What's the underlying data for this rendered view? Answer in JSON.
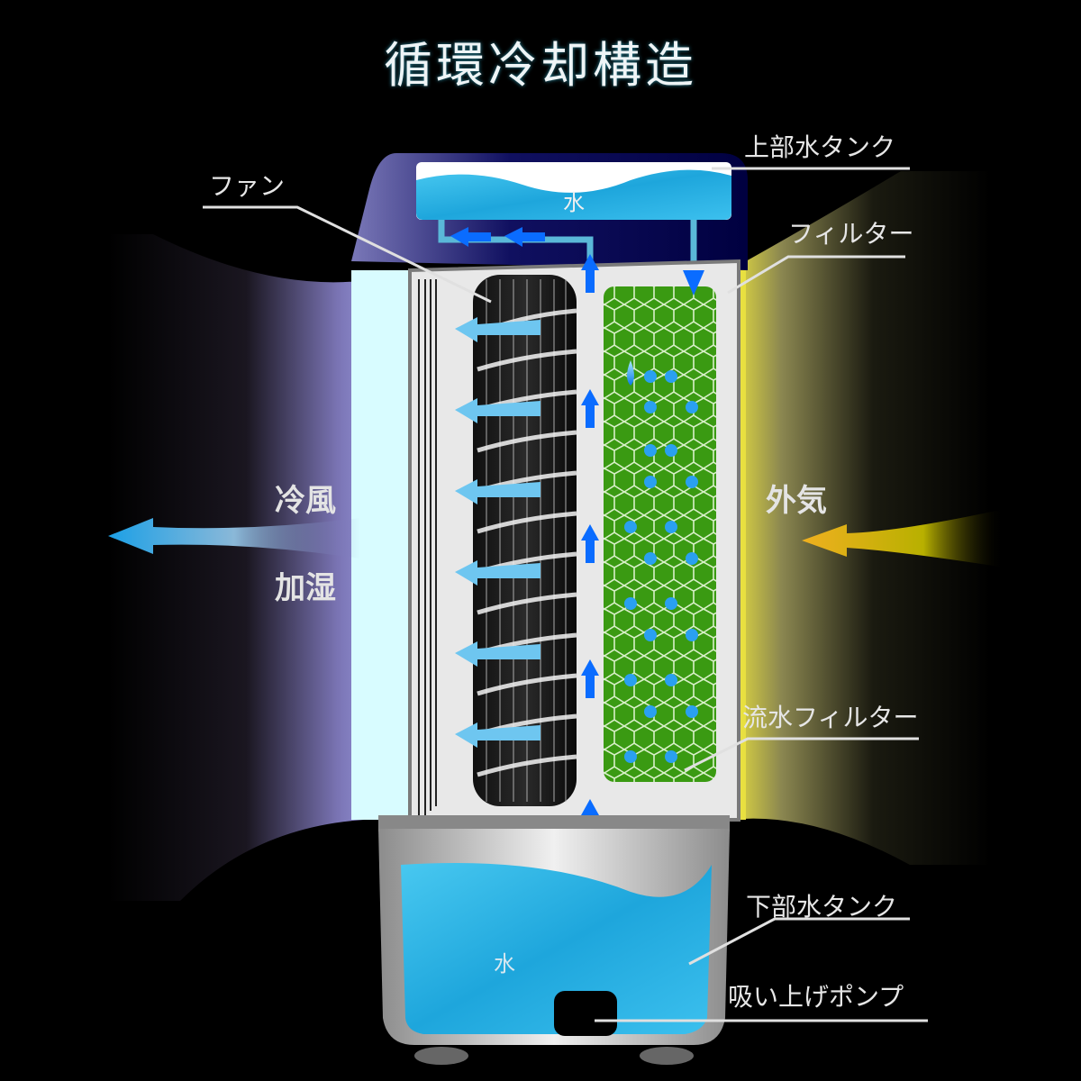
{
  "title": "循環冷却構造",
  "callouts": {
    "upper_tank": "上部水タンク",
    "filter": "フィルター",
    "fan": "ファン",
    "flow_filter": "流水フィルター",
    "lower_tank": "下部水タンク",
    "pump": "吸い上げポンプ"
  },
  "airflow": {
    "outlet_line1": "冷風",
    "outlet_line2": "加湿",
    "inlet": "外気"
  },
  "water_labels": {
    "upper": "水",
    "lower": "水"
  },
  "colors": {
    "background": "#000000",
    "cool_air": "#9fa6ff",
    "outside_air": "#e6dc3c",
    "water": "#2fb4e6",
    "filter_green": "#3a9a12",
    "arrow_blue": "#0a6cff",
    "housing_gray": "#c8c8c8"
  }
}
